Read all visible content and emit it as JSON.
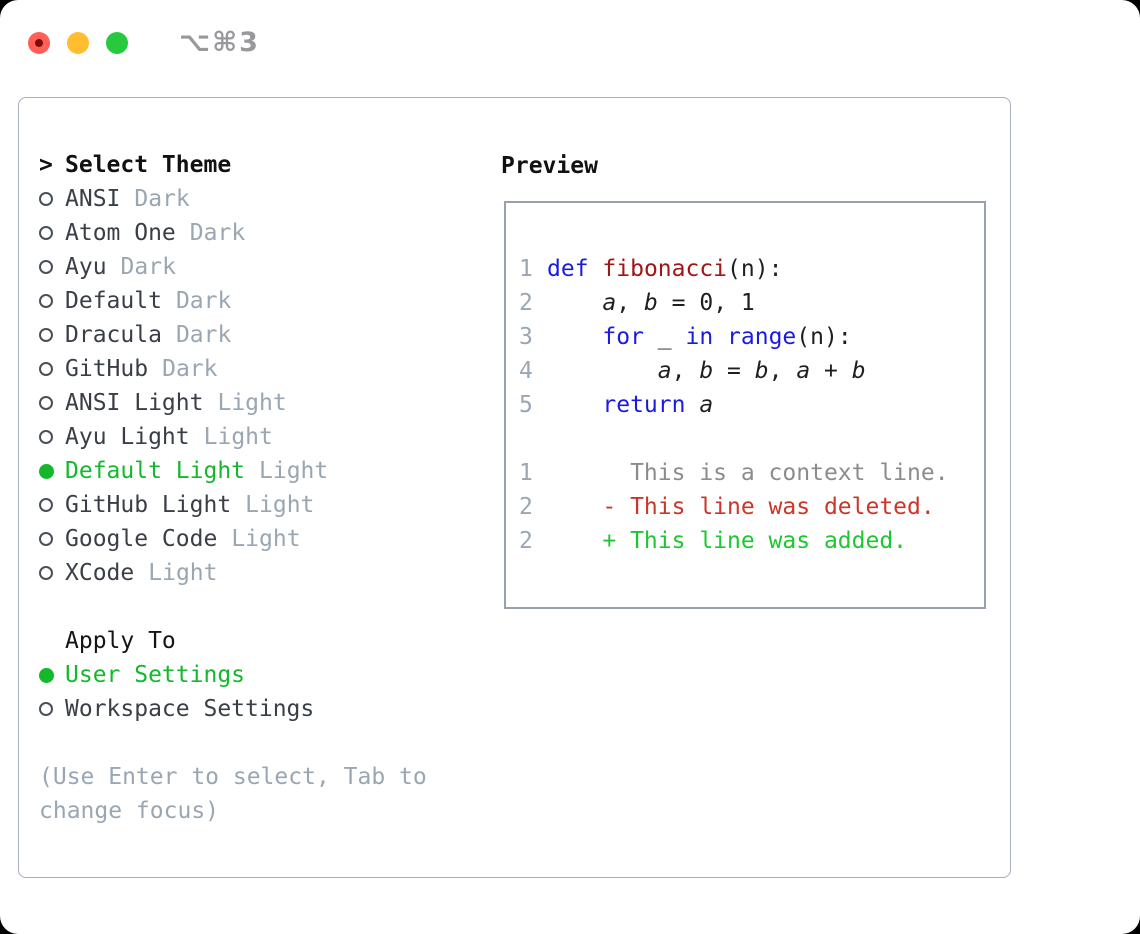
{
  "window": {
    "shortcut_label": "⌥⌘3"
  },
  "theme_selector": {
    "header_prefix": ">",
    "header_label": "Select Theme",
    "options": [
      {
        "name": "ANSI",
        "tag": "Dark",
        "selected": false
      },
      {
        "name": "Atom One",
        "tag": "Dark",
        "selected": false
      },
      {
        "name": "Ayu",
        "tag": "Dark",
        "selected": false
      },
      {
        "name": "Default",
        "tag": "Dark",
        "selected": false
      },
      {
        "name": "Dracula",
        "tag": "Dark",
        "selected": false
      },
      {
        "name": "GitHub",
        "tag": "Dark",
        "selected": false
      },
      {
        "name": "ANSI Light",
        "tag": "Light",
        "selected": false
      },
      {
        "name": "Ayu Light",
        "tag": "Light",
        "selected": false
      },
      {
        "name": "Default Light",
        "tag": "Light",
        "selected": true
      },
      {
        "name": "GitHub Light",
        "tag": "Light",
        "selected": false
      },
      {
        "name": "Google Code",
        "tag": "Light",
        "selected": false
      },
      {
        "name": "XCode",
        "tag": "Light",
        "selected": false
      }
    ]
  },
  "apply_to": {
    "header_label": "Apply To",
    "options": [
      {
        "name": "User Settings",
        "selected": true
      },
      {
        "name": "Workspace Settings",
        "selected": false
      }
    ]
  },
  "hint_text": "(Use Enter to select, Tab to change focus)",
  "preview": {
    "header_label": "Preview",
    "code_lines": [
      {
        "num": "1",
        "segments": [
          {
            "text": "def",
            "style": "kw"
          },
          {
            "text": " ",
            "style": "plain"
          },
          {
            "text": "fibonacci",
            "style": "fn"
          },
          {
            "text": "(n):",
            "style": "plain"
          }
        ]
      },
      {
        "num": "2",
        "segments": [
          {
            "text": "    ",
            "style": "plain"
          },
          {
            "text": "a",
            "style": "var"
          },
          {
            "text": ", ",
            "style": "plain"
          },
          {
            "text": "b",
            "style": "var"
          },
          {
            "text": " = 0, 1",
            "style": "plain"
          }
        ]
      },
      {
        "num": "3",
        "segments": [
          {
            "text": "    ",
            "style": "plain"
          },
          {
            "text": "for",
            "style": "kw"
          },
          {
            "text": " _ ",
            "style": "plain"
          },
          {
            "text": "in",
            "style": "kw"
          },
          {
            "text": " ",
            "style": "plain"
          },
          {
            "text": "range",
            "style": "kw"
          },
          {
            "text": "(n):",
            "style": "plain"
          }
        ]
      },
      {
        "num": "4",
        "segments": [
          {
            "text": "        ",
            "style": "plain"
          },
          {
            "text": "a",
            "style": "var"
          },
          {
            "text": ", ",
            "style": "plain"
          },
          {
            "text": "b",
            "style": "var"
          },
          {
            "text": " = ",
            "style": "plain"
          },
          {
            "text": "b",
            "style": "var"
          },
          {
            "text": ", ",
            "style": "plain"
          },
          {
            "text": "a",
            "style": "var"
          },
          {
            "text": " + ",
            "style": "plain"
          },
          {
            "text": "b",
            "style": "var"
          }
        ]
      },
      {
        "num": "5",
        "segments": [
          {
            "text": "    ",
            "style": "plain"
          },
          {
            "text": "return",
            "style": "kw"
          },
          {
            "text": " ",
            "style": "plain"
          },
          {
            "text": "a",
            "style": "var"
          }
        ]
      }
    ],
    "diff_lines": [
      {
        "num": "1",
        "text": "      This is a context line.",
        "type": "context"
      },
      {
        "num": "2",
        "text": "    - This line was deleted.",
        "type": "deleted"
      },
      {
        "num": "2",
        "text": "    + This line was added.",
        "type": "added"
      }
    ]
  },
  "colors": {
    "selected_green": "#13b82d",
    "keyword_blue": "#1b1be0",
    "function_dark_red": "#a31515",
    "diff_deleted_red": "#cb362a",
    "diff_added_green": "#1ec72f",
    "diff_context_gray": "#8c8c8c",
    "muted_gray": "#9aa6b2",
    "traffic_red": "#ff5f58",
    "traffic_yellow": "#ffbd2f",
    "traffic_green": "#27c93f"
  }
}
